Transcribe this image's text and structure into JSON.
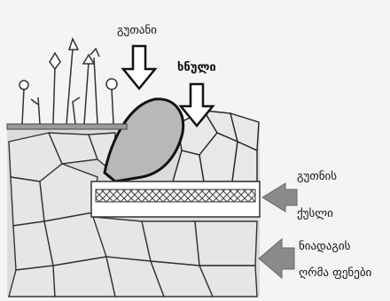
{
  "labels": {
    "plough": "გუთანი",
    "furrow": "ხნული",
    "plough_sole_line1": "გუთნის",
    "plough_sole_line2": "ქუსლი",
    "deep_layers_line1": "ნიადაგის",
    "deep_layers_line2": "ღრმა ფენები"
  }
}
